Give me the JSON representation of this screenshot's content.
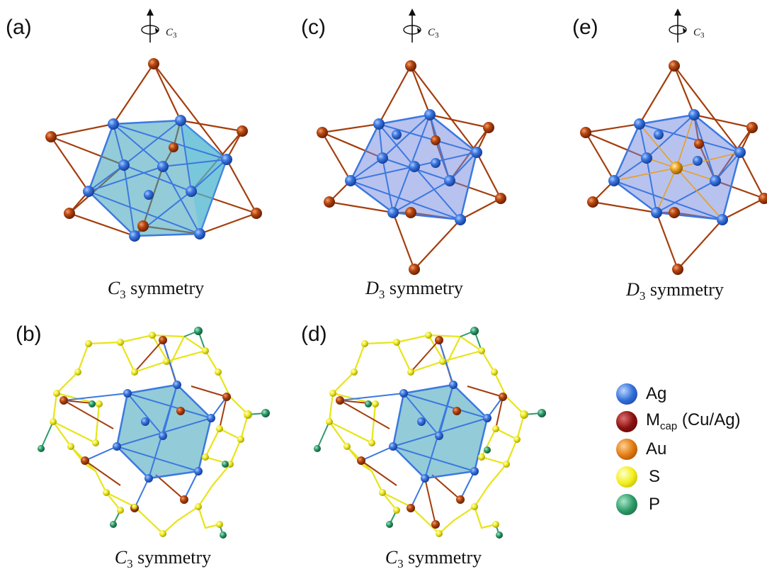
{
  "panels": [
    {
      "label": "(a)",
      "caption_sym": "C",
      "caption_sub": "3",
      "caption_rest": " symmetry",
      "axis_label": "C",
      "axis_sub": "3"
    },
    {
      "label": "(b)",
      "caption_sym": "C",
      "caption_sub": "3",
      "caption_rest": " symmetry"
    },
    {
      "label": "(c)",
      "caption_sym": "D",
      "caption_sub": "3",
      "caption_rest": " symmetry",
      "axis_label": "C",
      "axis_sub": "3"
    },
    {
      "label": "(d)",
      "caption_sym": "C",
      "caption_sub": "3",
      "caption_rest": " symmetry"
    },
    {
      "label": "(e)",
      "caption_sym": "D",
      "caption_sub": "3",
      "caption_rest": " symmetry",
      "axis_label": "C",
      "axis_sub": "3"
    }
  ],
  "legend": [
    {
      "main": "Ag",
      "sub": "",
      "rest": "",
      "color": "#2f6fd8"
    },
    {
      "main": "M",
      "sub": "cap",
      "rest": " (Cu/Ag)",
      "color": "#8b1010"
    },
    {
      "main": "Au",
      "sub": "",
      "rest": "",
      "color": "#e07a10"
    },
    {
      "main": "S",
      "sub": "",
      "rest": "",
      "color": "#f2ef1a"
    },
    {
      "main": "P",
      "sub": "",
      "rest": "",
      "color": "#2e9a68"
    }
  ],
  "colors": {
    "ag": "#3c78e0",
    "cap": "#a33d0c",
    "au": "#e8a020",
    "s": "#eeea20",
    "p": "#2e9a6a",
    "poly_a": "#3aa0b8",
    "poly_c": "#6f86e0"
  }
}
